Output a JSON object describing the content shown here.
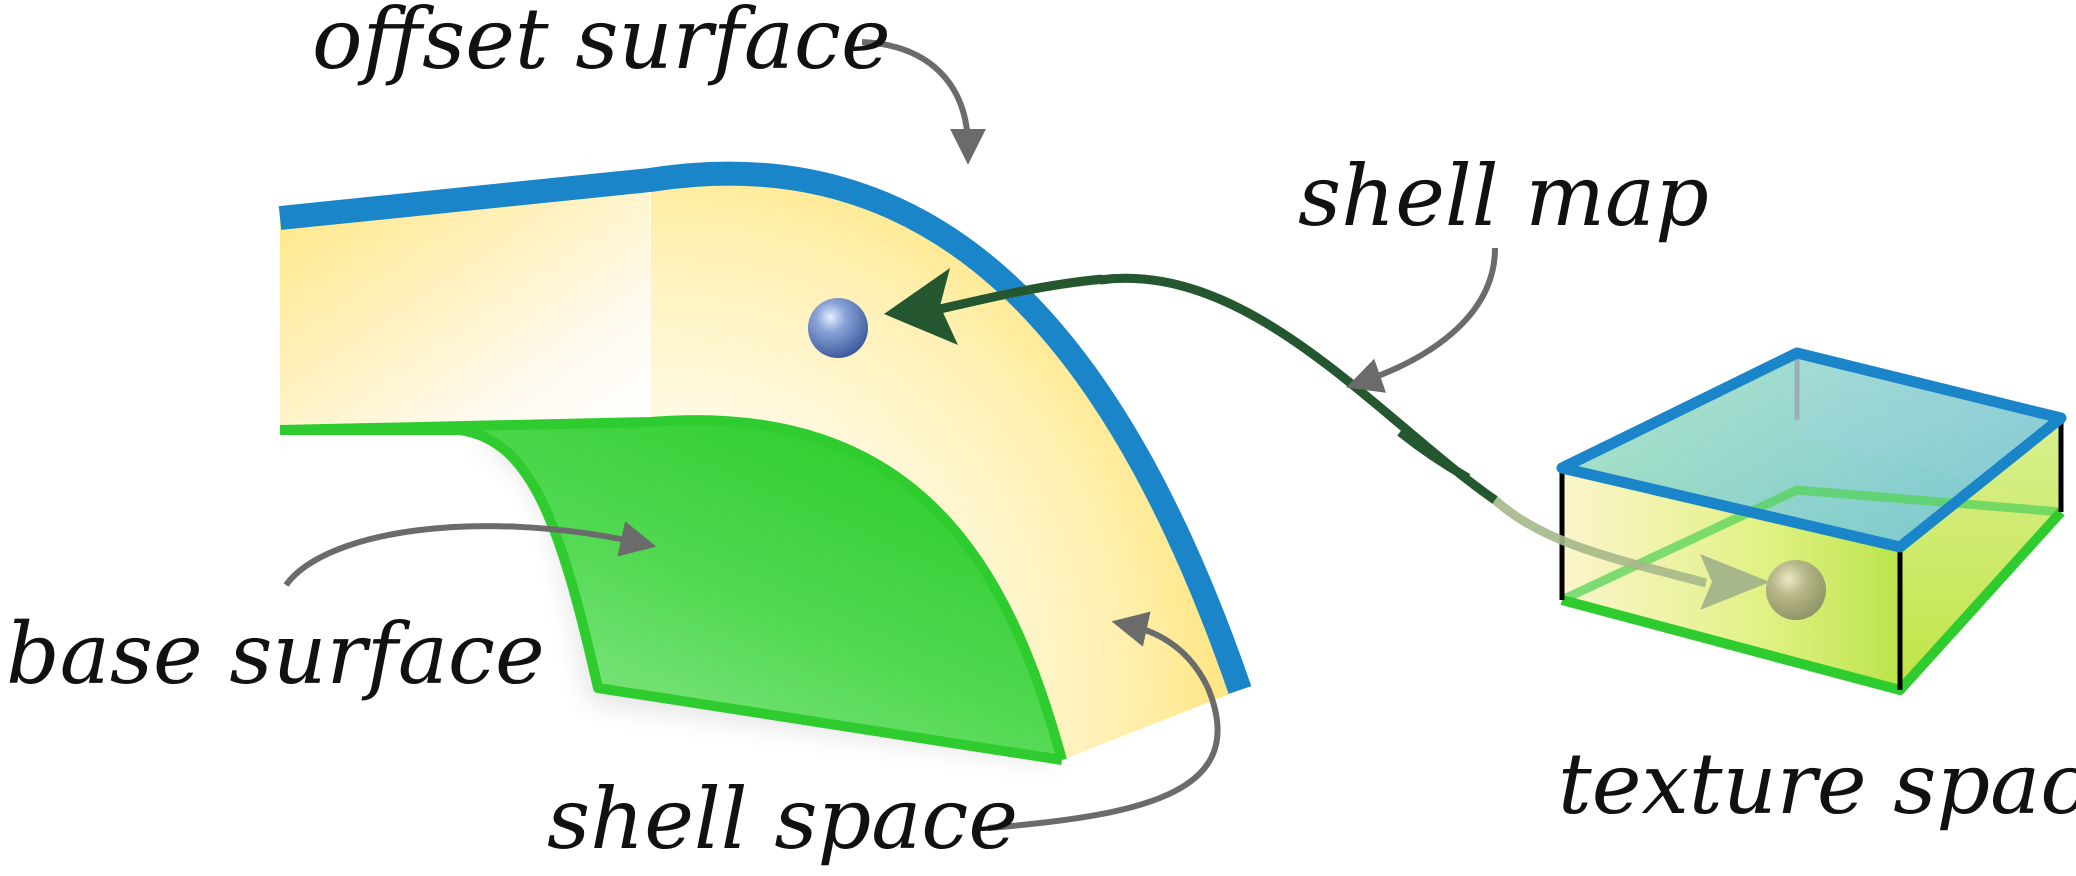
{
  "labels": {
    "offset_surface": "offset surface",
    "shell_map": "shell map",
    "base_surface": "base surface",
    "shell_space": "shell space",
    "texture_space": "texture space"
  },
  "colors": {
    "offset_surface": "#1a85c8",
    "base_surface": "#2ecc2e",
    "shell_space": "#ffe680",
    "shell_map_arrow": "#24562f",
    "callout_arrows": "#6b6b6b",
    "sample_point": "#6f8bc4"
  }
}
